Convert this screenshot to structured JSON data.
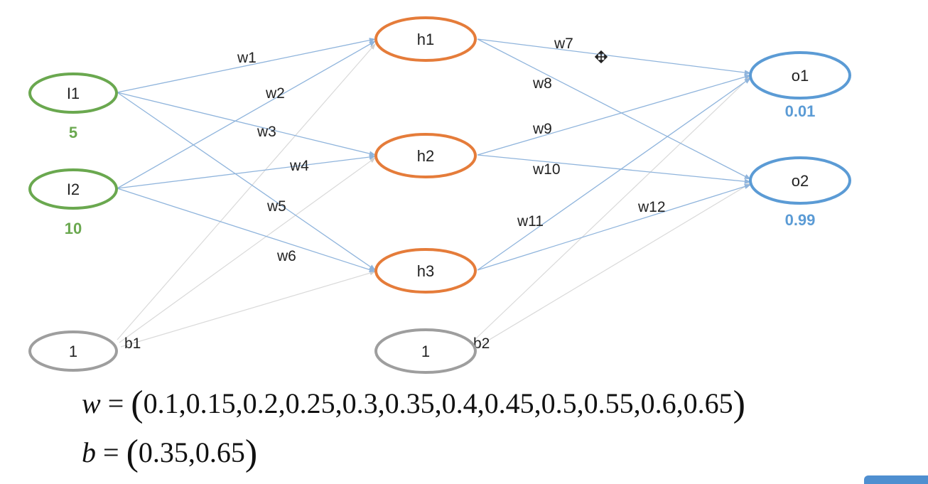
{
  "colors": {
    "input": "#6aa84f",
    "hidden": "#e57c3a",
    "output": "#5b9bd5",
    "bias": "#9e9e9e",
    "edge": "#8fb4dc",
    "bias_edge": "#d9d9d9"
  },
  "nodes": {
    "i1": {
      "label": "I1",
      "value": "5"
    },
    "i2": {
      "label": "I2",
      "value": "10"
    },
    "bias1": {
      "label": "1"
    },
    "h1": {
      "label": "h1"
    },
    "h2": {
      "label": "h2"
    },
    "h3": {
      "label": "h3"
    },
    "bias2": {
      "label": "1"
    },
    "o1": {
      "label": "o1",
      "value": "0.01"
    },
    "o2": {
      "label": "o2",
      "value": "0.99"
    }
  },
  "edges": {
    "w1": "w1",
    "w2": "w2",
    "w3": "w3",
    "w4": "w4",
    "w5": "w5",
    "w6": "w6",
    "w7": "w7",
    "w8": "w8",
    "w9": "w9",
    "w10": "w10",
    "w11": "w11",
    "w12": "w12",
    "b1": "b1",
    "b2": "b2"
  },
  "equations": {
    "w": {
      "var": "w",
      "eq": "=",
      "open": "(",
      "values": "0.1,0.15,0.2,0.25,0.3,0.35,0.4,0.45,0.5,0.55,0.6,0.65",
      "close": ")"
    },
    "b": {
      "var": "b",
      "eq": "=",
      "open": "(",
      "values": "0.35,0.65",
      "close": ")"
    }
  },
  "cursor_icon": "move-cursor-icon"
}
